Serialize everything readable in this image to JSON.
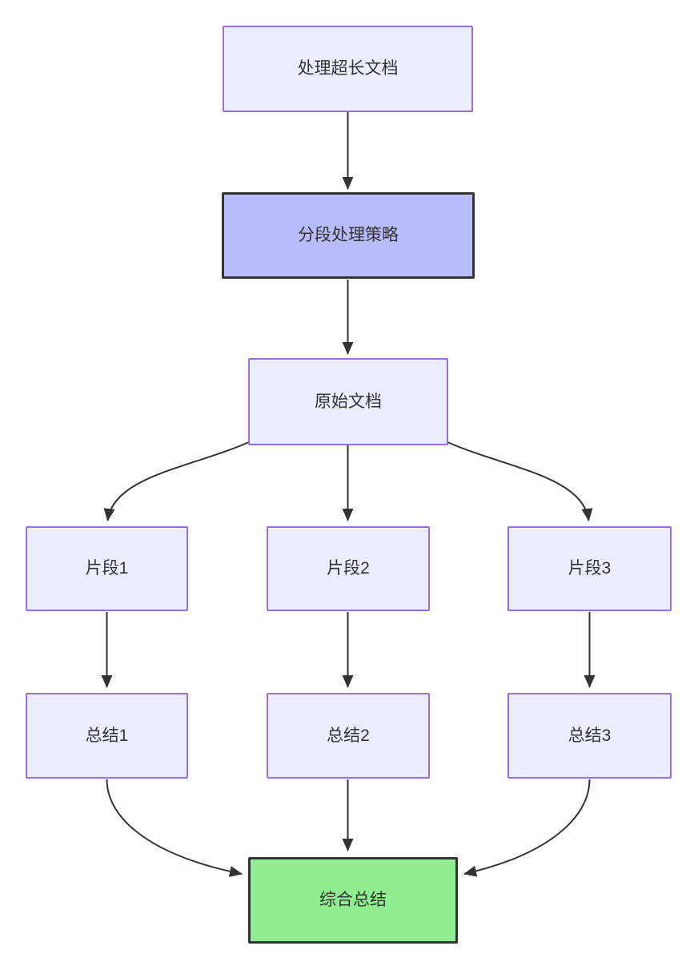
{
  "diagram": {
    "type": "flowchart",
    "direction": "top-down",
    "background": "#ffffff",
    "colors": {
      "background": "#ffffff",
      "node_fill": "#ECECFF",
      "node_border": "#9370DB",
      "highlight_fill": "#b8bcf8",
      "highlight_border": "#333333",
      "result_fill": "#90EE90",
      "result_border": "#333333",
      "edge_color": "#333333",
      "text_color": "#333333"
    },
    "nodes": [
      {
        "id": "A",
        "label": "处理超长文档",
        "style": "default"
      },
      {
        "id": "B",
        "label": "分段处理策略",
        "style": "highlight"
      },
      {
        "id": "C",
        "label": "原始文档",
        "style": "default"
      },
      {
        "id": "D1",
        "label": "片段1",
        "style": "default"
      },
      {
        "id": "D2",
        "label": "片段2",
        "style": "default"
      },
      {
        "id": "D3",
        "label": "片段3",
        "style": "default"
      },
      {
        "id": "E1",
        "label": "总结1",
        "style": "default"
      },
      {
        "id": "E2",
        "label": "总结2",
        "style": "default"
      },
      {
        "id": "E3",
        "label": "总结3",
        "style": "default"
      },
      {
        "id": "F",
        "label": "综合总结",
        "style": "result"
      }
    ],
    "edges": [
      {
        "from": "A",
        "to": "B"
      },
      {
        "from": "B",
        "to": "C"
      },
      {
        "from": "C",
        "to": "D1"
      },
      {
        "from": "C",
        "to": "D2"
      },
      {
        "from": "C",
        "to": "D3"
      },
      {
        "from": "D1",
        "to": "E1"
      },
      {
        "from": "D2",
        "to": "E2"
      },
      {
        "from": "D3",
        "to": "E3"
      },
      {
        "from": "E1",
        "to": "F"
      },
      {
        "from": "E2",
        "to": "F"
      },
      {
        "from": "E3",
        "to": "F"
      }
    ]
  }
}
